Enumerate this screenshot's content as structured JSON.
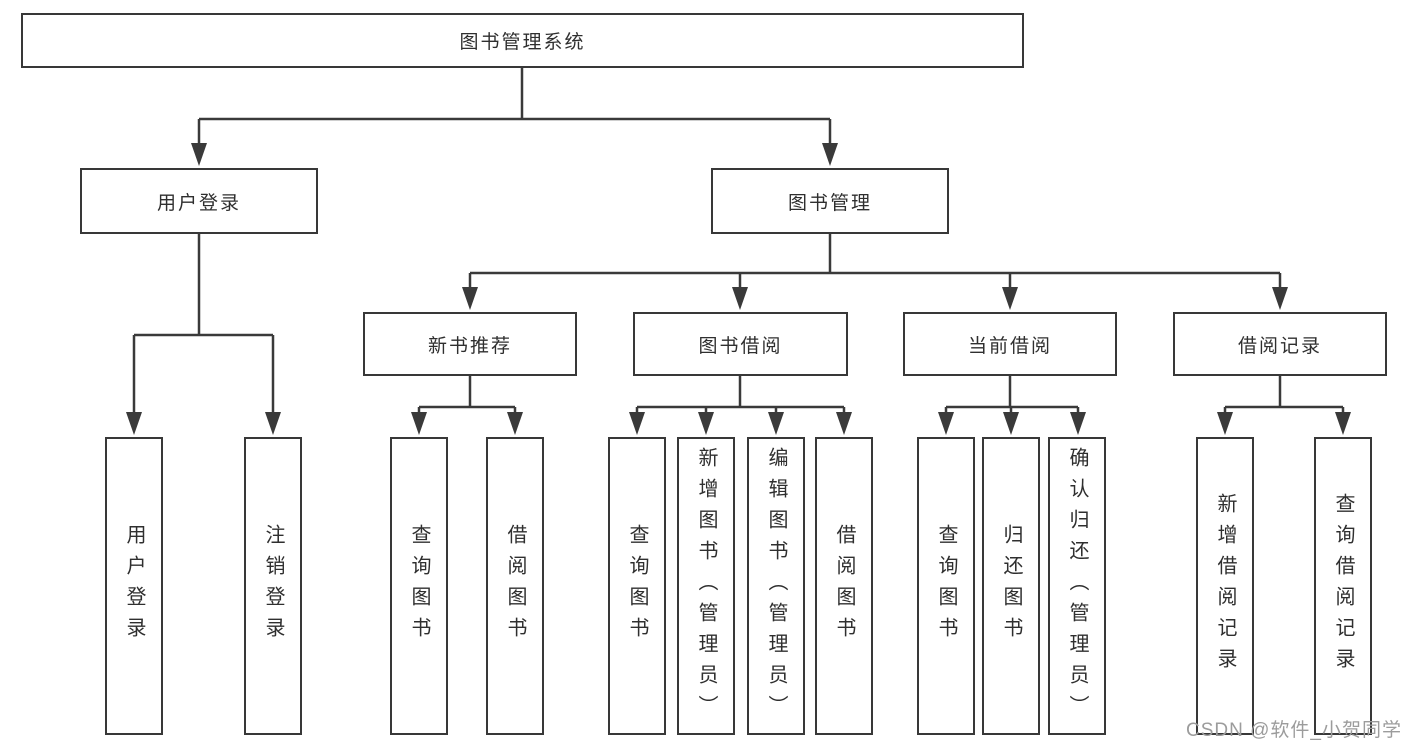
{
  "diagram": {
    "root": {
      "label": "图书管理系统"
    },
    "level2": [
      {
        "label": "用户登录"
      },
      {
        "label": "图书管理"
      }
    ],
    "level3": [
      {
        "label": "新书推荐"
      },
      {
        "label": "图书借阅"
      },
      {
        "label": "当前借阅"
      },
      {
        "label": "借阅记录"
      }
    ],
    "level4": [
      {
        "label": "用户登录"
      },
      {
        "label": "注销登录"
      },
      {
        "label": "查询图书"
      },
      {
        "label": "借阅图书"
      },
      {
        "label": "查询图书"
      },
      {
        "label": "新增图书（管理员）"
      },
      {
        "label": "编辑图书（管理员）"
      },
      {
        "label": "借阅图书"
      },
      {
        "label": "查询图书"
      },
      {
        "label": "归还图书"
      },
      {
        "label": "确认归还（管理员）"
      },
      {
        "label": "新增借阅记录"
      },
      {
        "label": "查询借阅记录"
      }
    ]
  },
  "watermark": {
    "label": "CSDN @软件_小贺同学"
  },
  "colors": {
    "line": "#3a3a3a",
    "text": "#2f2f2f",
    "watermark": "#9c9c9c",
    "background": "#ffffff"
  }
}
